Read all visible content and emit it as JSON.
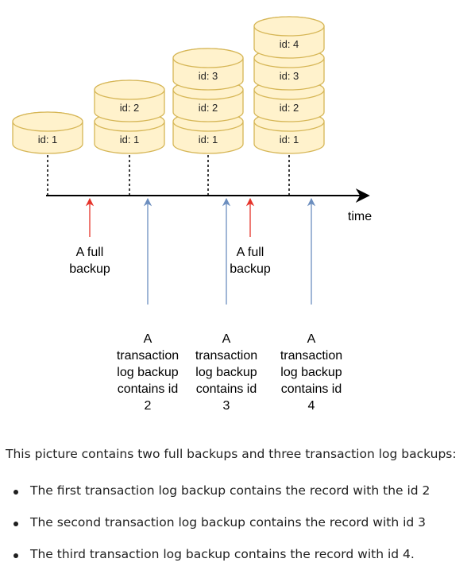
{
  "diagram": {
    "db_labels": [
      "id: 1",
      "id: 2",
      "id: 3",
      "id: 4"
    ],
    "axis_label": "time",
    "full_backup_label": [
      "A full",
      "backup"
    ],
    "log_backups": [
      {
        "lines": [
          "A",
          "transaction",
          "log backup",
          "contains id",
          "2"
        ]
      },
      {
        "lines": [
          "A",
          "transaction",
          "log backup",
          "contains id",
          "3"
        ]
      },
      {
        "lines": [
          "A",
          "transaction",
          "log backup",
          "contains id",
          "4"
        ]
      }
    ],
    "colors": {
      "cylinder_fill": "#fff2cc",
      "cylinder_stroke": "#d6b656",
      "full_backup_arrow": "#e5332a",
      "log_backup_arrow": "#6c8ebf",
      "axis": "#000000"
    }
  },
  "caption": "This picture contains two full backups and three transaction log backups:",
  "bullets": [
    "The first transaction log backup contains the record with the id 2",
    "The second transaction log backup contains the record with id 3",
    "The third transaction log backup contains the record with id 4."
  ]
}
